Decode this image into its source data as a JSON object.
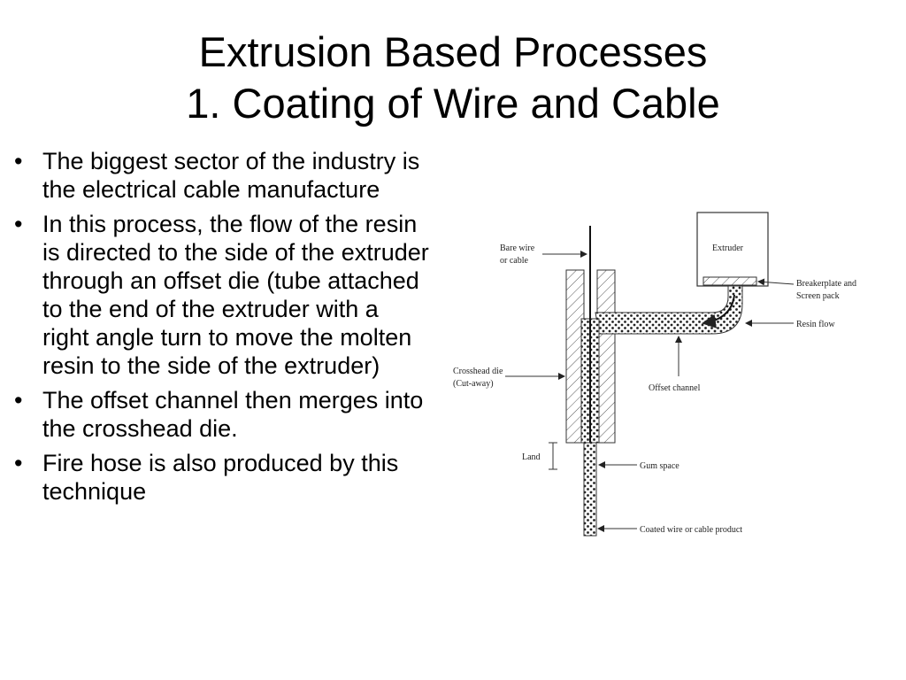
{
  "title": {
    "line1": "Extrusion Based Processes",
    "line2": "1. Coating of Wire and Cable"
  },
  "bullet_glyph": "•",
  "bullets": [
    "The biggest sector of the industry is the electrical cable manufacture",
    "In this process, the flow of the resin is directed to the side of the extruder through an offset die (tube attached to the end of the extruder with a right angle turn to move the molten resin to the side of the extruder)",
    "The offset channel then merges into the crosshead die.",
    "Fire hose is also produced by this technique"
  ],
  "diagram": {
    "labels": {
      "bare_wire_1": "Bare wire",
      "bare_wire_2": "or cable",
      "extruder": "Extruder",
      "breaker_1": "Breakerplate and",
      "breaker_2": "Screen pack",
      "resin_flow": "Resin flow",
      "crosshead_1": "Crosshead die",
      "crosshead_2": "(Cut-away)",
      "offset_channel": "Offset channel",
      "land": "Land",
      "gum_space": "Gum space",
      "coated": "Coated wire or cable product"
    }
  }
}
